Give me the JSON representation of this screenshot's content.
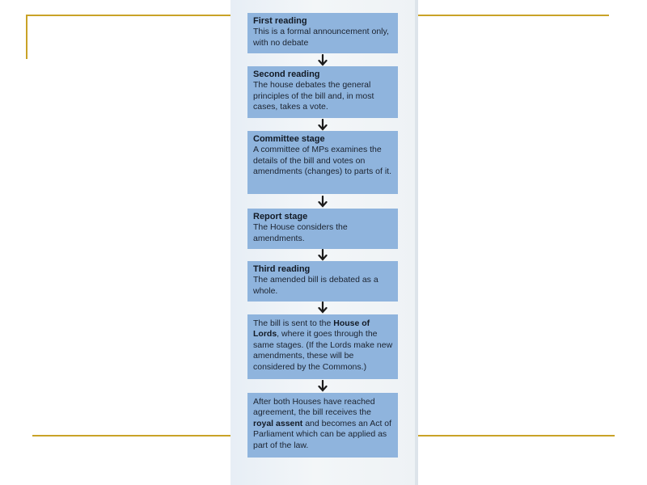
{
  "flowchart": {
    "stages": [
      {
        "title": "First reading",
        "text": "This is a formal announcement only, with no debate"
      },
      {
        "title": "Second reading",
        "text": "The house debates the general principles of the bill and, in most cases, takes a vote."
      },
      {
        "title": "Committee stage",
        "text": "A committee of MPs examines the details of the bill and votes on amendments (changes) to parts of it."
      },
      {
        "title": "Report stage",
        "text": "The House considers the amendments."
      },
      {
        "title": "Third reading",
        "text": "The amended bill is debated as a whole."
      },
      {
        "text_before": "The bill is sent to the",
        "highlight": "House of Lords",
        "text_after": ", where it goes through the same stages. (If the Lords make new amendments, these will be considered by the Commons.)"
      },
      {
        "text_before": "After both Houses have reached agreement, the bill receives the",
        "highlight": "royal assent",
        "text_after": " and becomes an Act of Parliament which can be applied as part of the law."
      }
    ]
  },
  "colors": {
    "box": "#8fb4dd",
    "accent_line": "#c9a227",
    "arrow": "#1a1a1a"
  }
}
